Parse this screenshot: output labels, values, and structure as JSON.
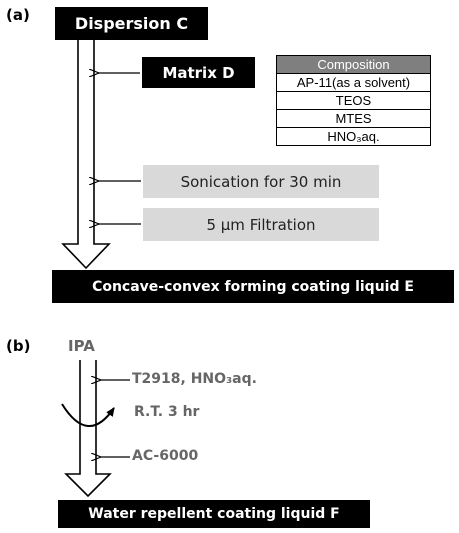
{
  "panel_a": {
    "label": "(a)",
    "start": "Dispersion C",
    "matrix": "Matrix D",
    "composition": {
      "header": "Composition",
      "rows": [
        "AP-11(as a solvent)",
        "TEOS",
        "MTES",
        "HNO₃aq."
      ]
    },
    "steps": [
      "Sonication for 30 min",
      "5 μm Filtration"
    ],
    "end": "Concave-convex forming coating liquid E"
  },
  "panel_b": {
    "label": "(b)",
    "start": "IPA",
    "add1": "T2918, HNO₃aq.",
    "stir": "R.T. 3 hr",
    "add2": "AC-6000",
    "end": "Water repellent coating liquid F"
  }
}
